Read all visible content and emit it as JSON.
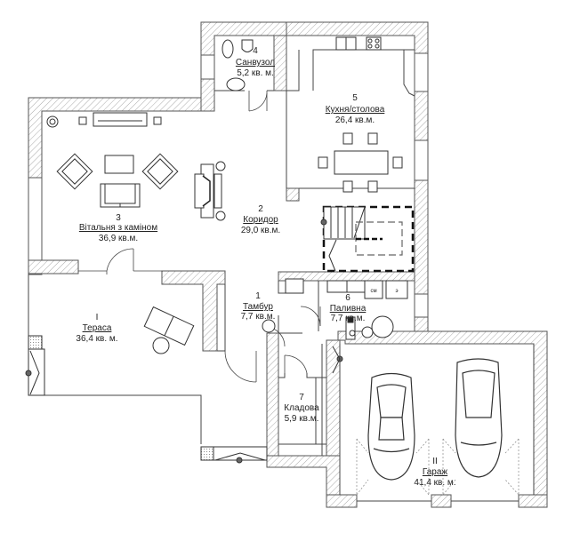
{
  "plan": {
    "type": "floor-plan",
    "rooms": [
      {
        "id": "terrace",
        "number": "I",
        "name": "Тераса",
        "area": "36,4 кв. м."
      },
      {
        "id": "vestibule",
        "number": "1",
        "name": "Тамбур",
        "area": "7,7 кв.м."
      },
      {
        "id": "corridor",
        "number": "2",
        "name": "Коридор",
        "area": "29,0 кв.м."
      },
      {
        "id": "living-room",
        "number": "3",
        "name": "Вітальня з каміном",
        "area": "36,9 кв.м."
      },
      {
        "id": "bathroom",
        "number": "4",
        "name": "Санвузол",
        "area": "5,2 кв. м."
      },
      {
        "id": "kitchen",
        "number": "5",
        "name": "Кухня/столова",
        "area": "26,4 кв.м."
      },
      {
        "id": "boiler-room",
        "number": "6",
        "name": "Паливна",
        "area": "7,7 кв.м."
      },
      {
        "id": "storage",
        "number": "7",
        "name": "Кладова",
        "area": "5,9 кв.м."
      },
      {
        "id": "garage",
        "number": "II",
        "name": "Гараж",
        "area": "41,4 кв. м."
      }
    ],
    "boiler_labels": [
      "см",
      "э"
    ],
    "colors": {
      "wall": "#555555",
      "hatch": "#999999",
      "line": "#333333",
      "stair_dash": "#111111"
    }
  }
}
